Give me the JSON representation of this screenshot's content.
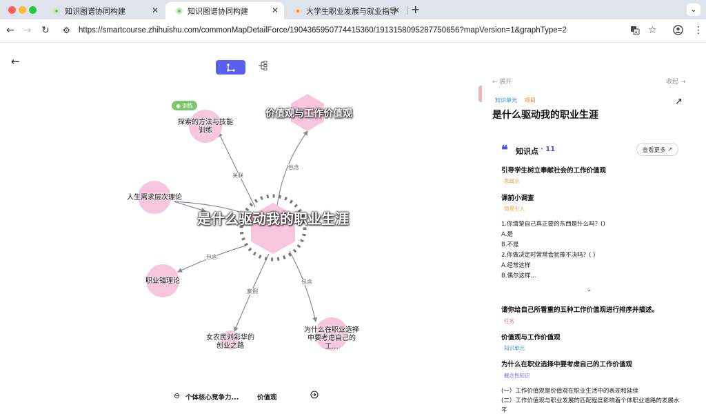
{
  "browser": {
    "tabs": [
      {
        "title": "知识图谱协同构建",
        "active": false
      },
      {
        "title": "知识图谱协同构建",
        "active": true
      },
      {
        "title": "大学生职业发展与就业指导",
        "active": false
      }
    ],
    "new_tab": "+",
    "url": "https://smartcourse.zhihuishu.com/commonMapDetailForce/1904365950774415360/1913158095287750656?mapVersion=1&graphType=2"
  },
  "graph": {
    "center": "是什么驱动我的职业生涯",
    "top_node": "价值观与工作价值观",
    "nodes": {
      "explore": "探索的方法与技能训练",
      "maslow": "人生需求层次理论",
      "anchor": "职业锚理论",
      "story": "女农民刘彩华的创业之路",
      "why": "为什么在职业选择中要考虑自己的工..."
    },
    "badge": "训练",
    "edges": {
      "explore": "关联",
      "top": "包含",
      "anchor": "包含",
      "story": "案例",
      "why": "包含"
    }
  },
  "bottom_nav": {
    "prev": "个体核心竞争力...",
    "current": "价值观"
  },
  "panel": {
    "expand": "展开",
    "collapse": "收起",
    "tag_unit": "知识单元",
    "tag_project": "项目",
    "title": "是什么驱动我的职业生涯",
    "kp_title": "知识点",
    "kp_count": "11",
    "see_more": "查看更多",
    "items": [
      {
        "title": "引导学生树立奉献社会的工作价值观",
        "tag": "思政点"
      },
      {
        "title": "课前小调查",
        "tag": "情景引入"
      }
    ],
    "survey": [
      "1.你清楚自己真正要的东西是什么吗？()",
      "A.是",
      "B.不是",
      "2.你做决定时常常会犹豫不决吗？( )",
      "A.经常这样",
      "B.偶尔这样..."
    ],
    "items2": [
      {
        "title": "请你给自己所看重的五种工作价值观进行排序并描述。",
        "tag": "任务"
      },
      {
        "title": "价值观与工作价值观",
        "tag": "知识单元"
      },
      {
        "title": "为什么在职业选择中要考虑自己的工作价值观",
        "tag": "概念性知识"
      }
    ],
    "tail": [
      "(一）工作价值观是价值观在职业生活中的表现和延续",
      "(二）工作价值观与职业发展的匹配程度影响着个体职业道路的发展水",
      "平"
    ]
  }
}
